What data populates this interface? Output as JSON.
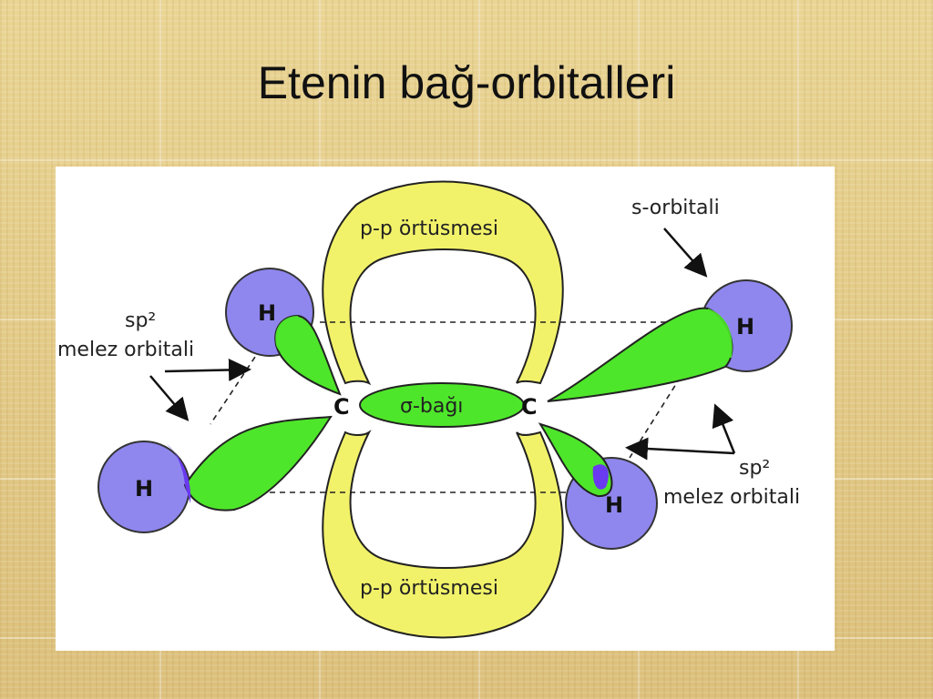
{
  "slide": {
    "title": "Etenin bağ-orbitalleri"
  },
  "diagram": {
    "labels": {
      "pp_top": "p-p örtüsmesi",
      "pp_bottom": "p-p örtüsmesi",
      "sigma": "σ-bağı",
      "s_orbital": "s-orbitali",
      "sp2_left_line1": "sp²",
      "sp2_left_line2": "melez orbitali",
      "sp2_right_line1": "sp²",
      "sp2_right_line2": "melez orbitali",
      "carbon_left": "C",
      "carbon_right": "C",
      "h_top_left": "H",
      "h_bottom_left": "H",
      "h_top_right": "H",
      "h_bottom_right": "H"
    },
    "colors": {
      "p_lobe": "#f2f26a",
      "sp2_lobe": "#4ee62a",
      "hydrogen": "#8f87ee",
      "overlap": "#6a3af0"
    }
  }
}
